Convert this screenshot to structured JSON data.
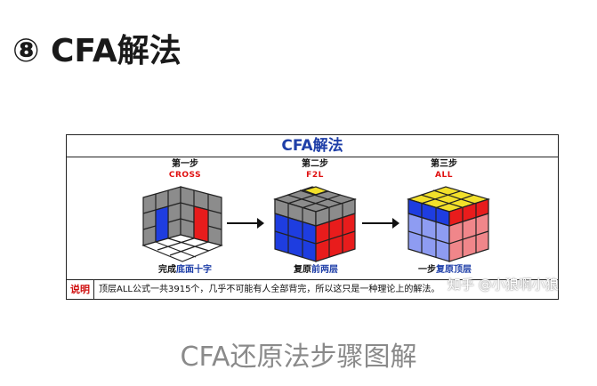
{
  "heading": "⑧ CFA解法",
  "figure": {
    "title": "CFA解法",
    "steps": [
      {
        "label": "第一步",
        "sub": "CROSS",
        "caption_pre": "完成",
        "caption_hl": "底面十字",
        "caption_post": ""
      },
      {
        "label": "第二步",
        "sub": "F2L",
        "caption_pre": "复原",
        "caption_hl": "前两层",
        "caption_post": ""
      },
      {
        "label": "第三步",
        "sub": "ALL",
        "caption_pre": "一步",
        "caption_hl": "复原顶层",
        "caption_post": ""
      }
    ],
    "note_label": "说明",
    "note_text": "顶层ALL公式一共3915个，几乎不可能有人全部背完，所以这只是一种理论上的解法。"
  },
  "watermark": "知乎 @小狼啊小狼",
  "subcaption": "CFA还原法步骤图解",
  "colors": {
    "title_blue": "#1f3fa8",
    "red": "#e01010",
    "cube_gray": "#8c8c8c",
    "cube_blue": "#1e3de0",
    "cube_red": "#e81c1c",
    "cube_yellow": "#f2e02a"
  }
}
